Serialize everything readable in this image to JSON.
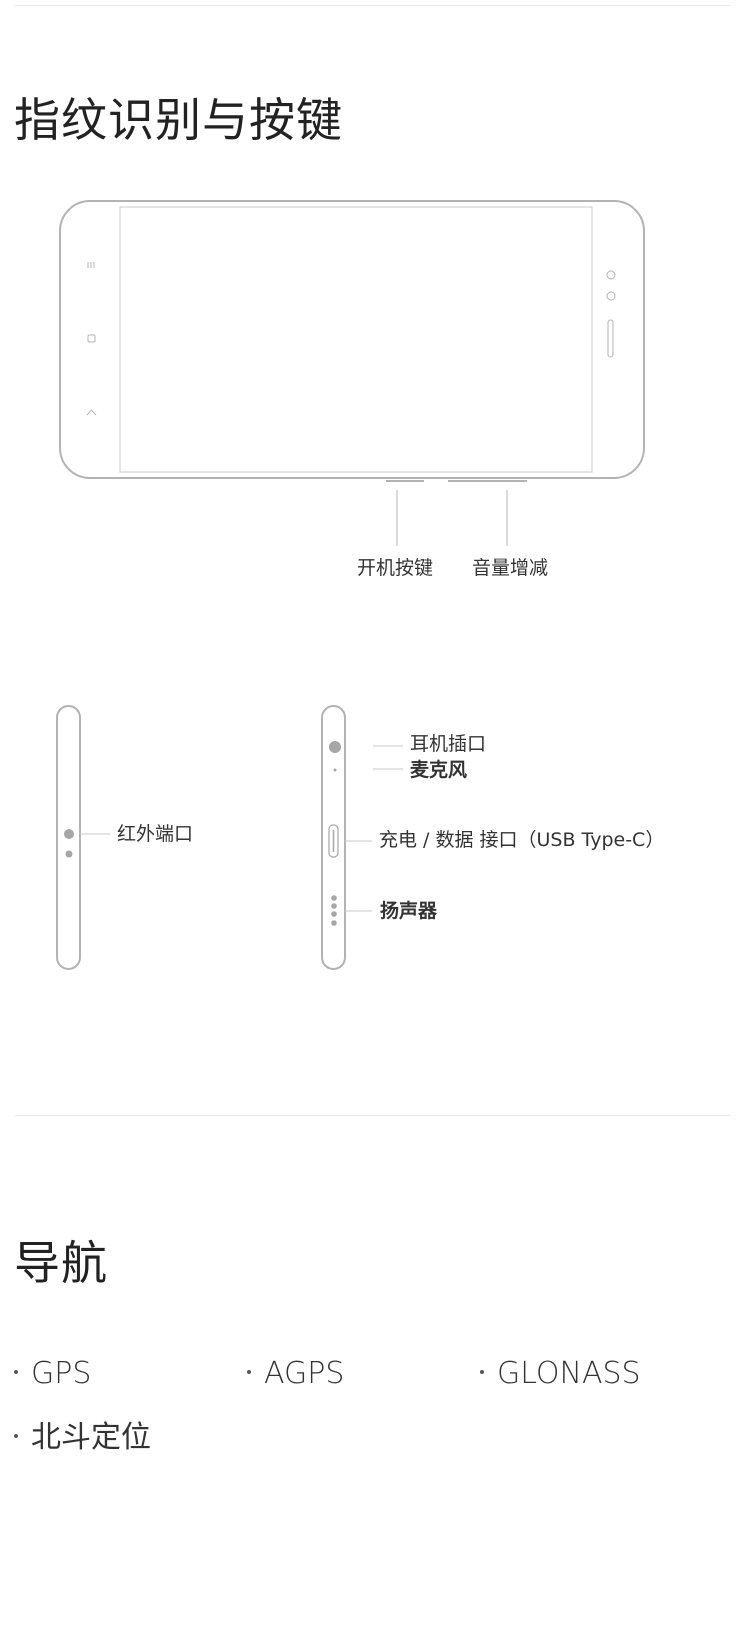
{
  "sections": {
    "buttons": {
      "title": "指纹识别与按键",
      "labels": {
        "power": "开机按键",
        "volume": "音量增减",
        "infrared": "红外端口",
        "headphone": "耳机插口",
        "mic": "麦克风",
        "charge": "充电 / 数据 接口（USB Type-C）",
        "speaker": "扬声器"
      }
    },
    "navigation": {
      "title": "导航",
      "items": [
        "GPS",
        "AGPS",
        "GLONASS",
        "北斗定位"
      ]
    }
  },
  "colors": {
    "outline": "#b3b3b3",
    "dark_port": "#999999",
    "rule": "#e6e6e6",
    "text": "#333333"
  },
  "icons": {
    "menu": "menu-icon",
    "home": "home-icon",
    "back": "back-icon"
  }
}
